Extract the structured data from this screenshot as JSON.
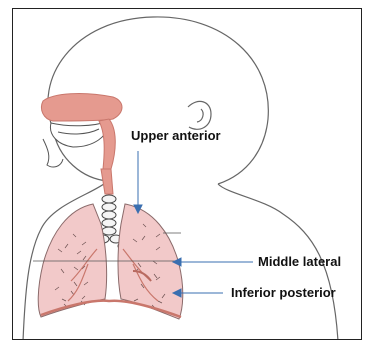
{
  "labels": {
    "upper_anterior": "Upper anterior",
    "middle_lateral": "Middle lateral",
    "inferior_posterior": "Inferior posterior"
  },
  "colors": {
    "lung_fill": "#f2c9c9",
    "tissue": "#e59a8f",
    "arrow": "#3a6fb0",
    "outline": "#555555"
  }
}
